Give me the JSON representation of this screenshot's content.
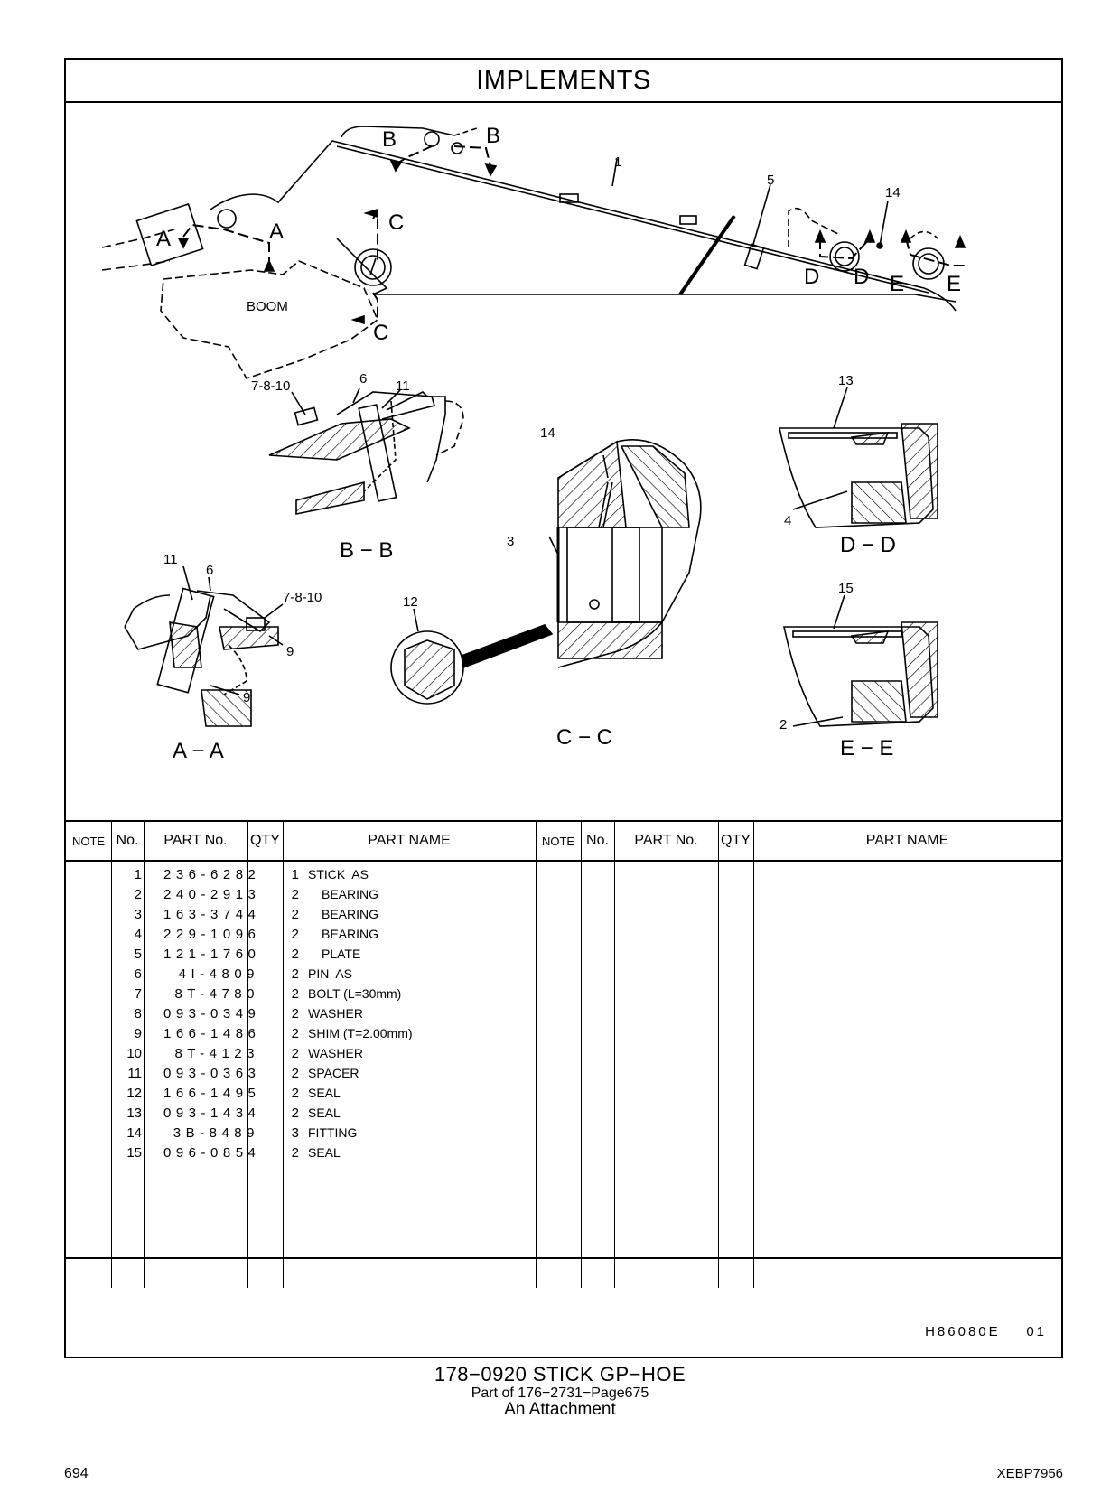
{
  "header": {
    "title": "IMPLEMENTS"
  },
  "drawing": {
    "callouts": {
      "n1": "1",
      "n5": "5",
      "n14": "14",
      "n14b": "14",
      "n13": "13",
      "n4": "4",
      "n15": "15",
      "n2": "2",
      "n3": "3",
      "n12": "12",
      "n11a": "11",
      "n6a": "6",
      "n7810a": "7-8-10",
      "n11b": "11",
      "n6b": "6",
      "n7810b": "7-8-10",
      "n9a": "9",
      "n9b": "9"
    },
    "section_marks": {
      "a1": "A",
      "a2": "A",
      "b1": "B",
      "b2": "B",
      "c1": "C",
      "c2": "C",
      "d1": "D",
      "d2": "D",
      "e1": "E",
      "e2": "E"
    },
    "section_titles": {
      "bb": "B − B",
      "aa": "A − A",
      "cc": "C − C",
      "dd": "D − D",
      "ee": "E − E"
    },
    "boom_label": "BOOM"
  },
  "table": {
    "headers": {
      "note": "NOTE",
      "no": "No.",
      "part_no": "PART No.",
      "qty": "QTY",
      "part_name": "PART NAME"
    },
    "rows": [
      {
        "no": "1",
        "part_no": "236-6282",
        "qty": "1",
        "name": "STICK  AS",
        "indent": false
      },
      {
        "no": "2",
        "part_no": "240-2913",
        "qty": "2",
        "name": "BEARING",
        "indent": true
      },
      {
        "no": "3",
        "part_no": "163-3744",
        "qty": "2",
        "name": "BEARING",
        "indent": true
      },
      {
        "no": "4",
        "part_no": "229-1096",
        "qty": "2",
        "name": "BEARING",
        "indent": true
      },
      {
        "no": "5",
        "part_no": "121-1760",
        "qty": "2",
        "name": "PLATE",
        "indent": true
      },
      {
        "no": "6",
        "part_no": "4I-4809",
        "qty": "2",
        "name": "PIN  AS",
        "indent": false
      },
      {
        "no": "7",
        "part_no": "8T-4780",
        "qty": "2",
        "name": "BOLT (L=30mm)",
        "indent": false
      },
      {
        "no": "8",
        "part_no": "093-0349",
        "qty": "2",
        "name": "WASHER",
        "indent": false
      },
      {
        "no": "9",
        "part_no": "166-1486",
        "qty": "2",
        "name": "SHIM (T=2.00mm)",
        "indent": false
      },
      {
        "no": "10",
        "part_no": "8T-4123",
        "qty": "2",
        "name": "WASHER",
        "indent": false
      },
      {
        "no": "11",
        "part_no": "093-0363",
        "qty": "2",
        "name": "SPACER",
        "indent": false
      },
      {
        "no": "12",
        "part_no": "166-1495",
        "qty": "2",
        "name": "SEAL",
        "indent": false
      },
      {
        "no": "13",
        "part_no": "093-1434",
        "qty": "2",
        "name": "SEAL",
        "indent": false
      },
      {
        "no": "14",
        "part_no": "3B-8489",
        "qty": "3",
        "name": "FITTING",
        "indent": false
      },
      {
        "no": "15",
        "part_no": "096-0854",
        "qty": "2",
        "name": "SEAL",
        "indent": false
      }
    ]
  },
  "footer": {
    "drawing_code": "H86080E    01"
  },
  "caption": {
    "title": "178−0920   STICK  GP−HOE",
    "sub1": "Part of 176−2731−Page675",
    "sub2": "An Attachment"
  },
  "page": {
    "number": "694",
    "doc_code": "XEBP7956"
  }
}
